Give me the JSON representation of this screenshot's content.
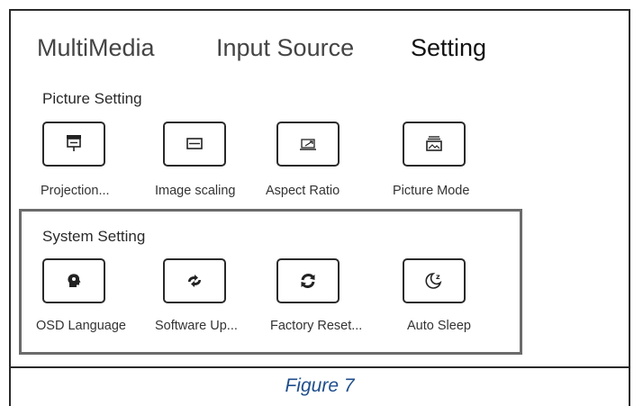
{
  "tabs": {
    "multimedia": "MultiMedia",
    "input_source": "Input Source",
    "setting": "Setting"
  },
  "picture_setting": {
    "title": "Picture Setting",
    "items": [
      {
        "label": "Projection...",
        "icon": "projection-icon"
      },
      {
        "label": "Image scaling",
        "icon": "image-scaling-icon"
      },
      {
        "label": "Aspect Ratio",
        "icon": "aspect-ratio-icon"
      },
      {
        "label": "Picture Mode",
        "icon": "picture-mode-icon"
      }
    ]
  },
  "system_setting": {
    "title": "System Setting",
    "items": [
      {
        "label": "OSD Language",
        "icon": "language-head-icon"
      },
      {
        "label": "Software Up...",
        "icon": "software-update-icon"
      },
      {
        "label": "Factory Reset...",
        "icon": "factory-reset-icon"
      },
      {
        "label": "Auto Sleep",
        "icon": "auto-sleep-moon-icon"
      }
    ]
  },
  "caption": "Figure 7",
  "colors": {
    "caption": "#1f4e8c",
    "border": "#2a2a2a",
    "highlight_box": "#6b6b6b"
  }
}
